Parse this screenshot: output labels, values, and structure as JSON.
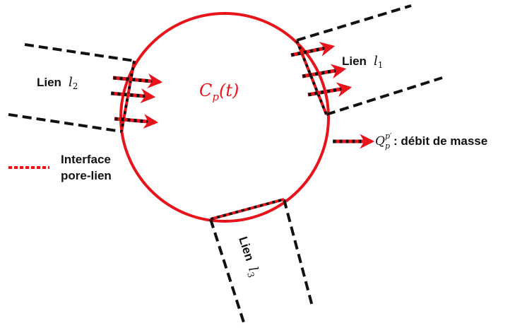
{
  "colors": {
    "pore": "#e8141b",
    "link": "#111111"
  },
  "pore": {
    "concentration_main": "C",
    "concentration_sub": "p",
    "concentration_arg": "(t)"
  },
  "links": {
    "l1": {
      "word": "Lien",
      "symbol": "l",
      "index": "1"
    },
    "l2": {
      "word": "Lien",
      "symbol": "l",
      "index": "2"
    },
    "l3": {
      "word": "Lien",
      "symbol": "l",
      "index": "3"
    }
  },
  "mass_flow": {
    "symbol": "Q",
    "sub": "p",
    "sup": "p′",
    "text": ": débit de masse"
  },
  "legend": {
    "line1": "Interface",
    "line2": "pore-lien"
  }
}
